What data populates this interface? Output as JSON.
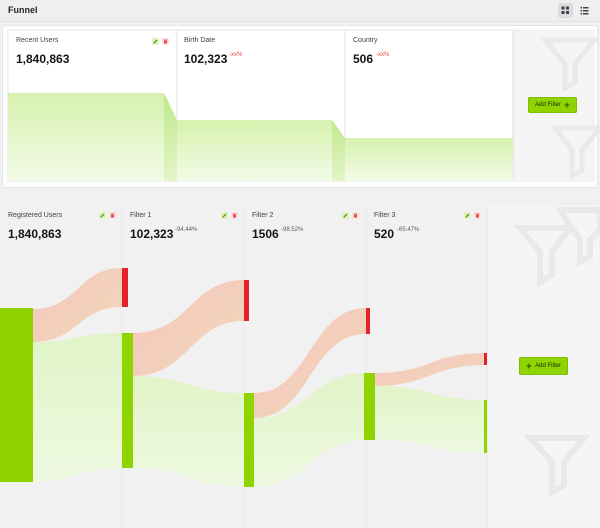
{
  "header": {
    "title": "Funnel",
    "view_grid_icon": "grid-view-icon",
    "view_list_icon": "list-view-icon"
  },
  "summary": {
    "cards": [
      {
        "label": "Recent Users",
        "value": "1,840,863",
        "delta": ""
      },
      {
        "label": "Birth Date",
        "value": "102,323",
        "delta": "-xx%"
      },
      {
        "label": "Country",
        "value": "506",
        "delta": "-xx%"
      }
    ],
    "add_filter_label": "Add Filter"
  },
  "funnel": {
    "cards": [
      {
        "label": "Registered Users",
        "value": "1,840,863",
        "delta": ""
      },
      {
        "label": "Filter 1",
        "value": "102,323",
        "delta": "-94.44%"
      },
      {
        "label": "Filter 2",
        "value": "1506",
        "delta": "-98.52%"
      },
      {
        "label": "Filter 3",
        "value": "520",
        "delta": "-65.47%"
      }
    ],
    "add_filter_label": "Add Filter"
  },
  "colors": {
    "accent_green": "#8fd400",
    "drop_red": "#e5222b",
    "flow_green": "#e6f6cf",
    "flow_red": "#f7c9c6",
    "area_green": "#d9f3b4"
  }
}
